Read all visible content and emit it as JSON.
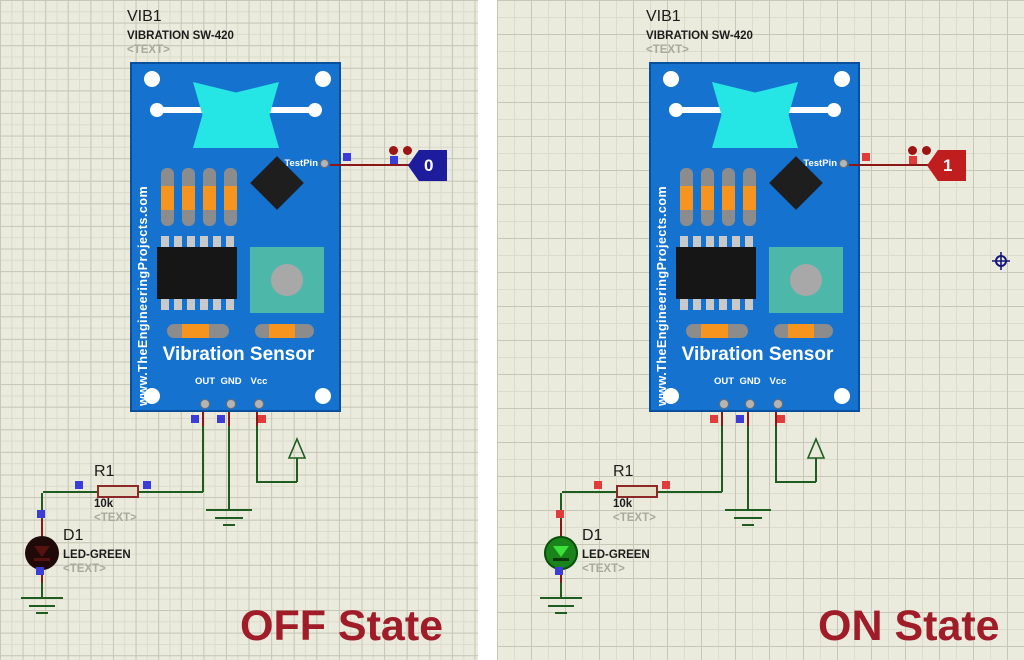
{
  "colors": {
    "grid_background": "#eaeadd",
    "board_blue": "#1573cf",
    "sensor_cyan": "#25e5e5",
    "wire_green": "#1f5c1f",
    "pin_red": "#8c1616",
    "junction_low": "#3c3cd8",
    "junction_high": "#e03c3c",
    "probe_low": "#1c1c9c",
    "probe_high": "#c01e1e",
    "state_text": "#a01c28"
  },
  "panels": [
    {
      "state_label": "OFF State",
      "component": {
        "ref": "VIB1",
        "part": "VIBRATION SW-420",
        "placeholder": "<TEXT>"
      },
      "board": {
        "site": "www.TheEngineeringProjects.com",
        "title": "Vibration Sensor",
        "testpin": "TestPin",
        "pin_out": "OUT",
        "pin_gnd": "GND",
        "pin_vcc": "Vcc"
      },
      "probe": {
        "value": "0",
        "state": "low"
      },
      "resistor": {
        "ref": "R1",
        "value": "10k",
        "placeholder": "<TEXT>"
      },
      "led": {
        "ref": "D1",
        "part": "LED-GREEN",
        "placeholder": "<TEXT>",
        "state": "off"
      },
      "junctions": {
        "testpin_a": "low",
        "testpin_b": "low",
        "out": "low",
        "gnd": "low",
        "vcc": "high",
        "r1_left": "low",
        "r1_right": "low",
        "led_top": "low",
        "led_bottom": "low"
      }
    },
    {
      "state_label": "ON State",
      "component": {
        "ref": "VIB1",
        "part": "VIBRATION SW-420",
        "placeholder": "<TEXT>"
      },
      "board": {
        "site": "www.TheEngineeringProjects.com",
        "title": "Vibration Sensor",
        "testpin": "TestPin",
        "pin_out": "OUT",
        "pin_gnd": "GND",
        "pin_vcc": "Vcc"
      },
      "probe": {
        "value": "1",
        "state": "high"
      },
      "resistor": {
        "ref": "R1",
        "value": "10k",
        "placeholder": "<TEXT>"
      },
      "led": {
        "ref": "D1",
        "part": "LED-GREEN",
        "placeholder": "<TEXT>",
        "state": "on"
      },
      "junctions": {
        "testpin_a": "high",
        "testpin_b": "high",
        "out": "high",
        "gnd": "low",
        "vcc": "high",
        "r1_left": "high",
        "r1_right": "high",
        "led_top": "high",
        "led_bottom": "low"
      }
    }
  ]
}
